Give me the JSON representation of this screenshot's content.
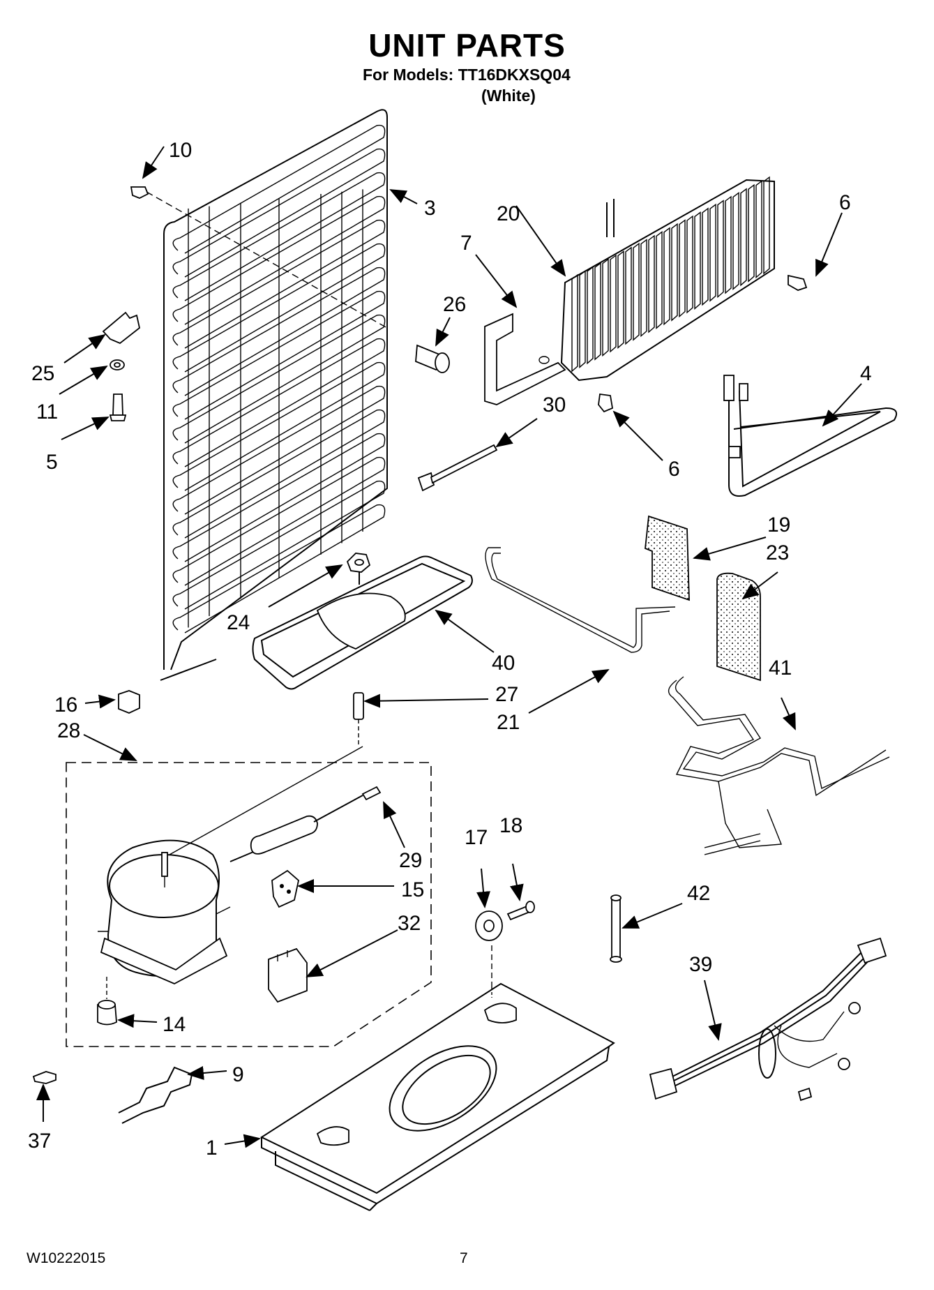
{
  "header": {
    "title": "UNIT PARTS",
    "models_line": "For Models: TT16DKXSQ04",
    "color_line": "(White)"
  },
  "footer": {
    "doc_number": "W10222015",
    "page_number": "7"
  },
  "callouts": [
    "10",
    "3",
    "20",
    "6",
    "7",
    "26",
    "25",
    "11",
    "5",
    "30",
    "6",
    "4",
    "19",
    "23",
    "24",
    "40",
    "41",
    "16",
    "27",
    "28",
    "21",
    "29",
    "15",
    "17",
    "18",
    "32",
    "42",
    "39",
    "14",
    "9",
    "37",
    "1"
  ]
}
